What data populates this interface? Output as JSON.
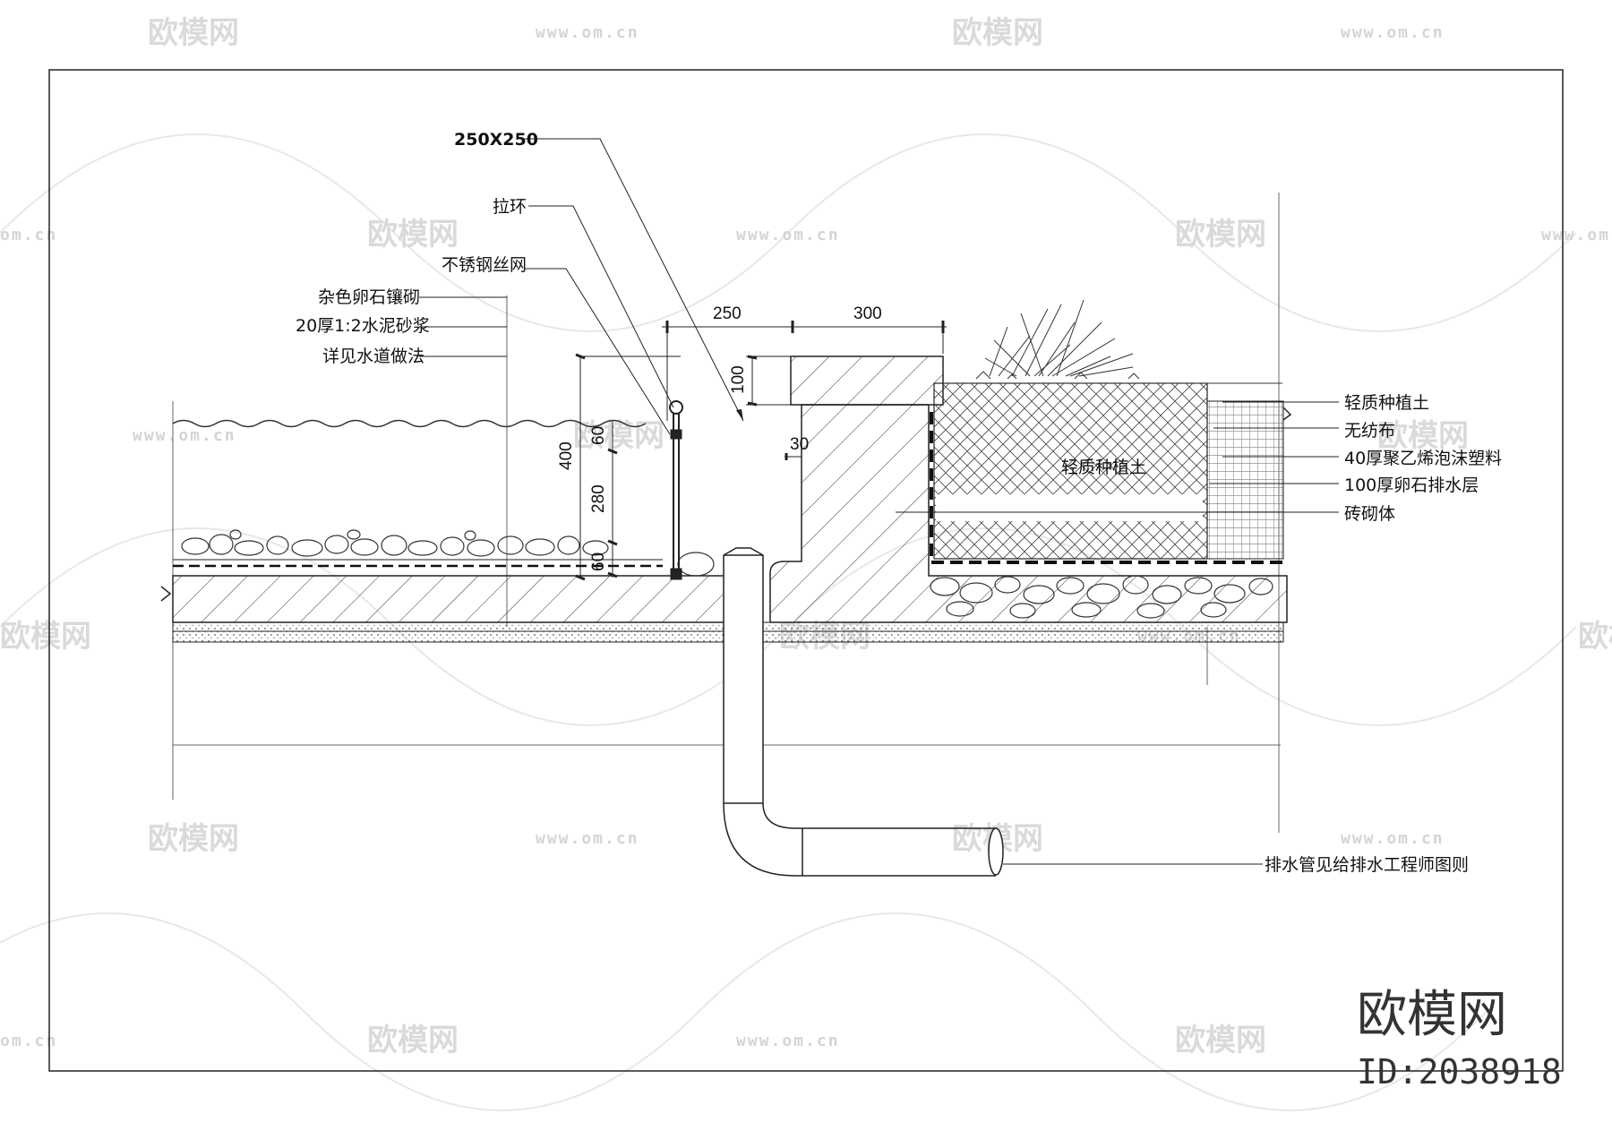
{
  "labels": {
    "grate_size": "250X250",
    "pull_ring": "拉环",
    "steel_mesh": "不锈钢丝网",
    "cobble_inlay": "杂色卵石镶砌",
    "mortar": "20厚1:2水泥砂浆",
    "waterway": "详见水道做法",
    "soil_inside": "轻质种植土",
    "soil_right": "轻质种植土",
    "nonwoven": "无纺布",
    "foam": "40厚聚乙烯泡沫塑料",
    "gravel_drain": "100厚卵石排水层",
    "masonry": "砖砌体",
    "drain_pipe": "排水管见给排水工程师图则"
  },
  "dimensions": {
    "d250": "250",
    "d300": "300",
    "d100": "100",
    "d400": "400",
    "d60a": "60",
    "d280": "280",
    "d60b": "60",
    "d30": "30"
  },
  "watermark": {
    "brand": "欧模网",
    "url": "www.om.cn",
    "url_short": "om.cn",
    "id": "ID:2038918"
  }
}
